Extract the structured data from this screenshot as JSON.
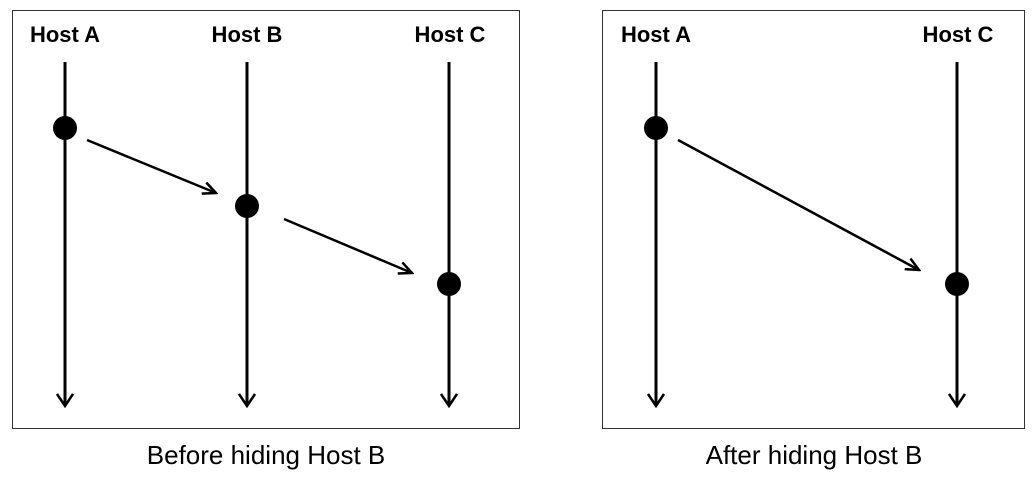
{
  "before": {
    "hosts": [
      "Host A",
      "Host B",
      "Host C"
    ],
    "caption": "Before hiding Host B"
  },
  "after": {
    "hosts": [
      "Host A",
      "Host C"
    ],
    "caption": "After hiding Host B"
  }
}
